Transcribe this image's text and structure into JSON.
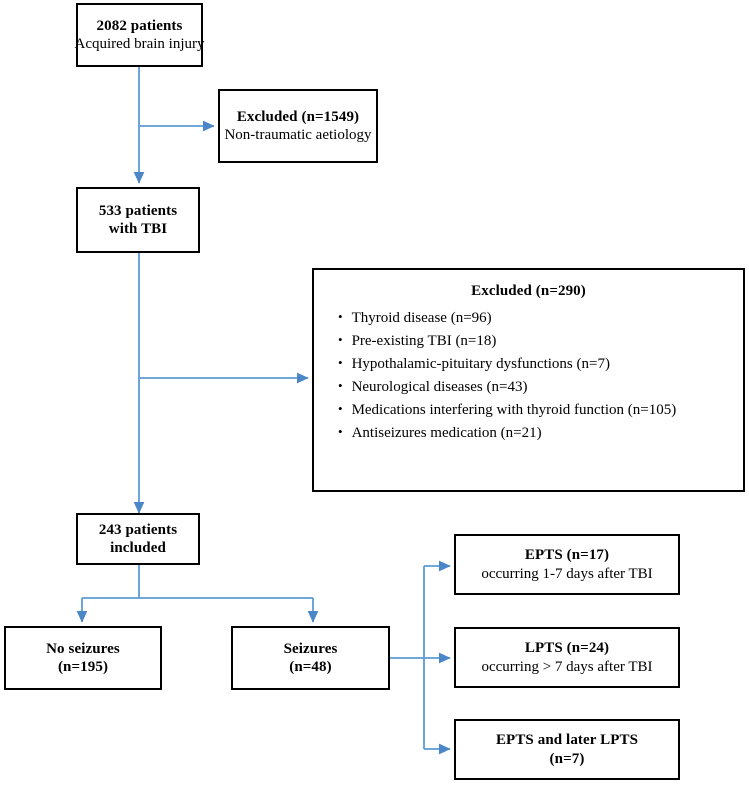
{
  "diagram": {
    "title": "Patient selection flow diagram",
    "accent_color": "#5B9BD5",
    "box_border_color": "#000000",
    "background_color": "#FFFFFF"
  },
  "nodes": {
    "cohort_total": {
      "title": "2082 patients",
      "subtitle": "Acquired brain injury"
    },
    "excluded_nontraumatic": {
      "title": "Excluded (n=1549)",
      "subtitle": "Non-traumatic aetiology"
    },
    "cohort_tbi": {
      "title": "533 patients",
      "subtitle": "with TBI"
    },
    "excluded_criteria": {
      "title": "Excluded (n=290)",
      "bullets": [
        "Thyroid disease (n=96)",
        "Pre-existing TBI (n=18)",
        "Hypothalamic-pituitary dysfunctions (n=7)",
        "Neurological diseases (n=43)",
        "Medications interfering with thyroid function (n=105)",
        "Antiseizures medication (n=21)"
      ],
      "bullet_glyph": "•"
    },
    "cohort_included": {
      "title": "243 patients",
      "subtitle": "included"
    },
    "no_seizures": {
      "title": "No seizures",
      "subtitle": "(n=195)"
    },
    "seizures": {
      "title": "Seizures",
      "subtitle": "(n=48)"
    },
    "epts": {
      "title": "EPTS (n=17)",
      "subtitle": "occurring 1-7 days after TBI"
    },
    "lpts": {
      "title": "LPTS (n=24)",
      "subtitle": "occurring > 7 days after TBI"
    },
    "epts_and_lpts": {
      "title": "EPTS and later LPTS",
      "subtitle": "(n=7)"
    }
  },
  "chart_data": {
    "type": "diagram",
    "title": "Patient selection flow diagram",
    "flow": [
      {
        "step": "Acquired brain injury assessed",
        "n": 2082
      },
      {
        "step": "Excluded: non-traumatic aetiology",
        "n": 1549
      },
      {
        "step": "Patients with TBI",
        "n": 533
      },
      {
        "step": "Excluded: criteria",
        "n": 290
      },
      {
        "step": "Included",
        "n": 243
      },
      {
        "step": "No seizures",
        "n": 195
      },
      {
        "step": "Seizures",
        "n": 48
      },
      {
        "step": "EPTS occurring 1-7 days after TBI",
        "n": 17
      },
      {
        "step": "LPTS occurring > 7 days after TBI",
        "n": 24
      },
      {
        "step": "EPTS and later LPTS",
        "n": 7
      }
    ],
    "exclusion_breakdown": [
      {
        "reason": "Thyroid disease",
        "n": 96
      },
      {
        "reason": "Pre-existing TBI",
        "n": 18
      },
      {
        "reason": "Hypothalamic-pituitary dysfunctions",
        "n": 7
      },
      {
        "reason": "Neurological diseases",
        "n": 43
      },
      {
        "reason": "Medications interfering with thyroid function",
        "n": 105
      },
      {
        "reason": "Antiseizures medication",
        "n": 21
      }
    ]
  }
}
